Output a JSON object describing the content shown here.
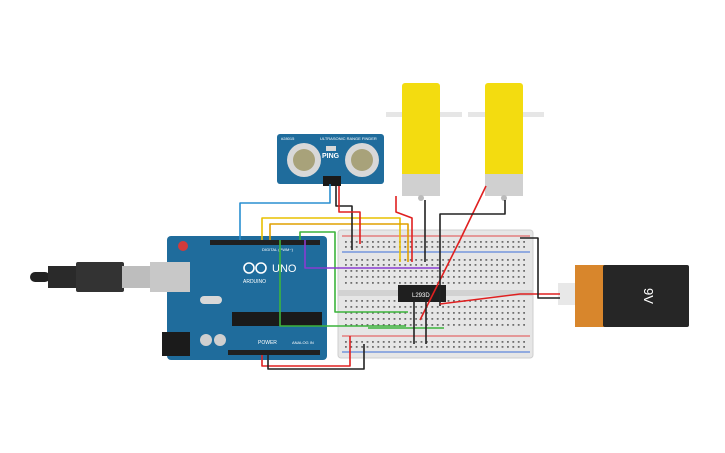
{
  "arduino": {
    "brand": "ARDUINO",
    "model": "UNO",
    "digital_label": "DIGITAL (PWM~)",
    "power_label": "POWER",
    "analog_label": "ANALOG IN"
  },
  "sensor": {
    "name": "PING",
    "header_text": "ULTRASONIC RANGE FINDER",
    "part_text": "#28015"
  },
  "ic": {
    "label": "L293D"
  },
  "battery": {
    "label": "9V"
  },
  "colors": {
    "arduino_board": "#1f6c9c",
    "motor_body": "#f3dc10",
    "battery_body": "#d8862c",
    "battery_cap": "#222222",
    "wire_red": "#e02020",
    "wire_black": "#222222",
    "wire_green": "#3cb43c",
    "wire_yellow": "#e8c000",
    "wire_blue": "#2a8fd0",
    "wire_purple": "#8a3bd0"
  }
}
